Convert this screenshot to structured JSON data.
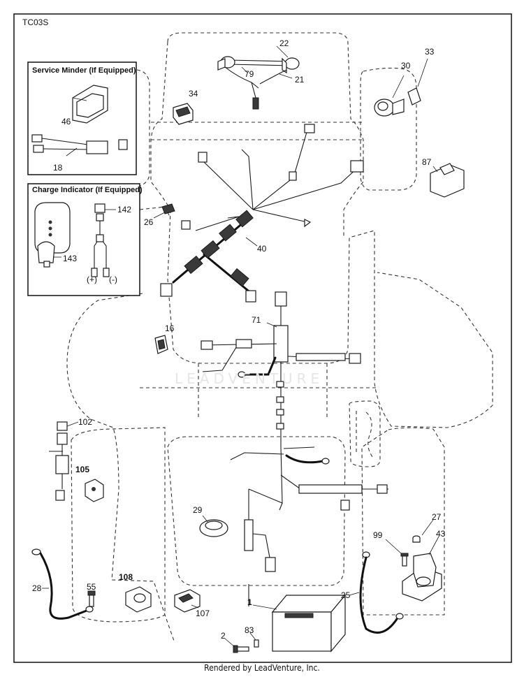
{
  "diagram_code": "TC03S",
  "boxes": {
    "service_minder": {
      "title": "Service Minder (If Equipped)",
      "parts": [
        "46",
        "18"
      ]
    },
    "charge_indicator": {
      "title": "Charge Indicator (If Equipped)",
      "parts": [
        "142",
        "143"
      ],
      "terminal_plus": "(+)",
      "terminal_minus": "(-)"
    }
  },
  "callouts": {
    "p1": "1",
    "p2": "2",
    "p16": "16",
    "p18": "18",
    "p21": "21",
    "p22": "22",
    "p25": "25",
    "p26": "26",
    "p27": "27",
    "p28": "28",
    "p29": "29",
    "p30": "30",
    "p33": "33",
    "p34": "34",
    "p40": "40",
    "p43": "43",
    "p46": "46",
    "p55": "55",
    "p71": "71",
    "p79": "79",
    "p83": "83",
    "p87": "87",
    "p99": "99",
    "p102": "102",
    "p105": "105",
    "p107": "107",
    "p108": "108",
    "p142": "142",
    "p143": "143"
  },
  "watermark": "LEADVENTURE",
  "footer": "Rendered by LeadVenture, Inc."
}
